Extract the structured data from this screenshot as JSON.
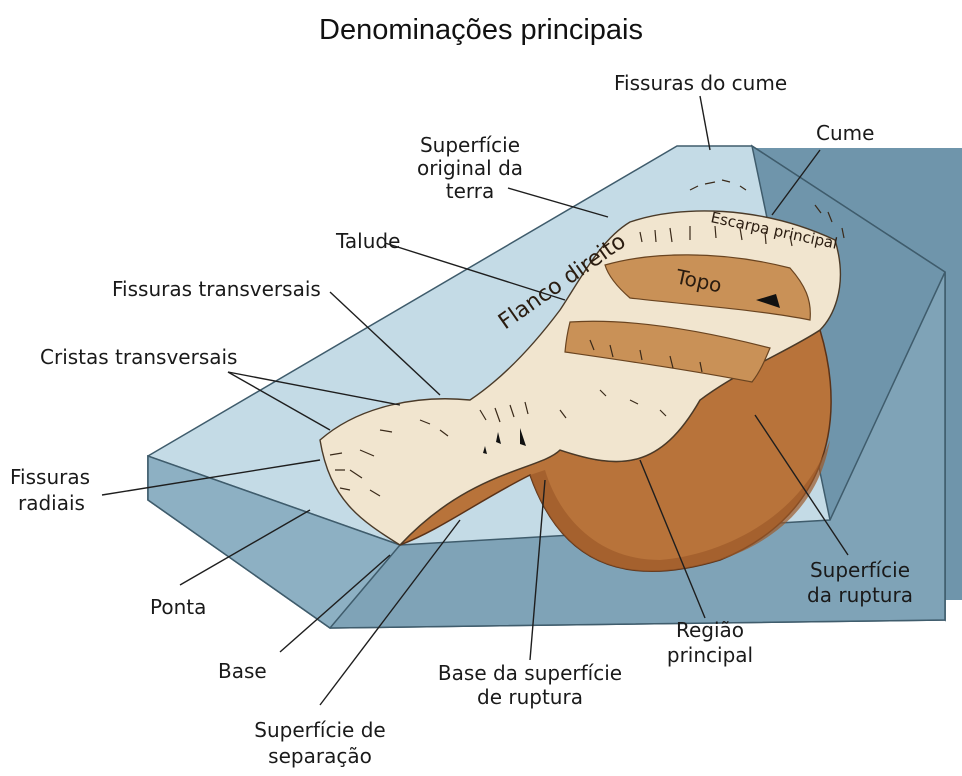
{
  "title": "Denominações principais",
  "labels": {
    "fissuras_do_cume": "Fissuras do cume",
    "cume": "Cume",
    "superficie_original_l1": "Superfície",
    "superficie_original_l2": "original da",
    "superficie_original_l3": "terra",
    "talude": "Talude",
    "fissuras_transversais": "Fissuras transversais",
    "cristas_transversais": "Cristas transversais",
    "fissuras_radiais_l1": "Fissuras",
    "fissuras_radiais_l2": "radiais",
    "ponta": "Ponta",
    "base": "Base",
    "superficie_separacao_l1": "Superfície de",
    "superficie_separacao_l2": "separação",
    "base_superficie_ruptura_l1": "Base da superfície",
    "base_superficie_ruptura_l2": "de ruptura",
    "regiao_principal_l1": "Região",
    "regiao_principal_l2": "principal",
    "superficie_ruptura_l1": "Superfície",
    "superficie_ruptura_l2": "da ruptura",
    "flanco_direito": "Flanco direito",
    "escarpa_principal": "Escarpa principal",
    "topo": "Topo"
  },
  "colors": {
    "slope_top": "#c4dbe6",
    "slope_front": "#7fa3b7",
    "slope_side": "#6f95ab",
    "slide_body": "#f1e5cf",
    "rupture_surface": "#b8733a",
    "rupture_dark": "#9c5a2a",
    "bands": "#c99157"
  }
}
